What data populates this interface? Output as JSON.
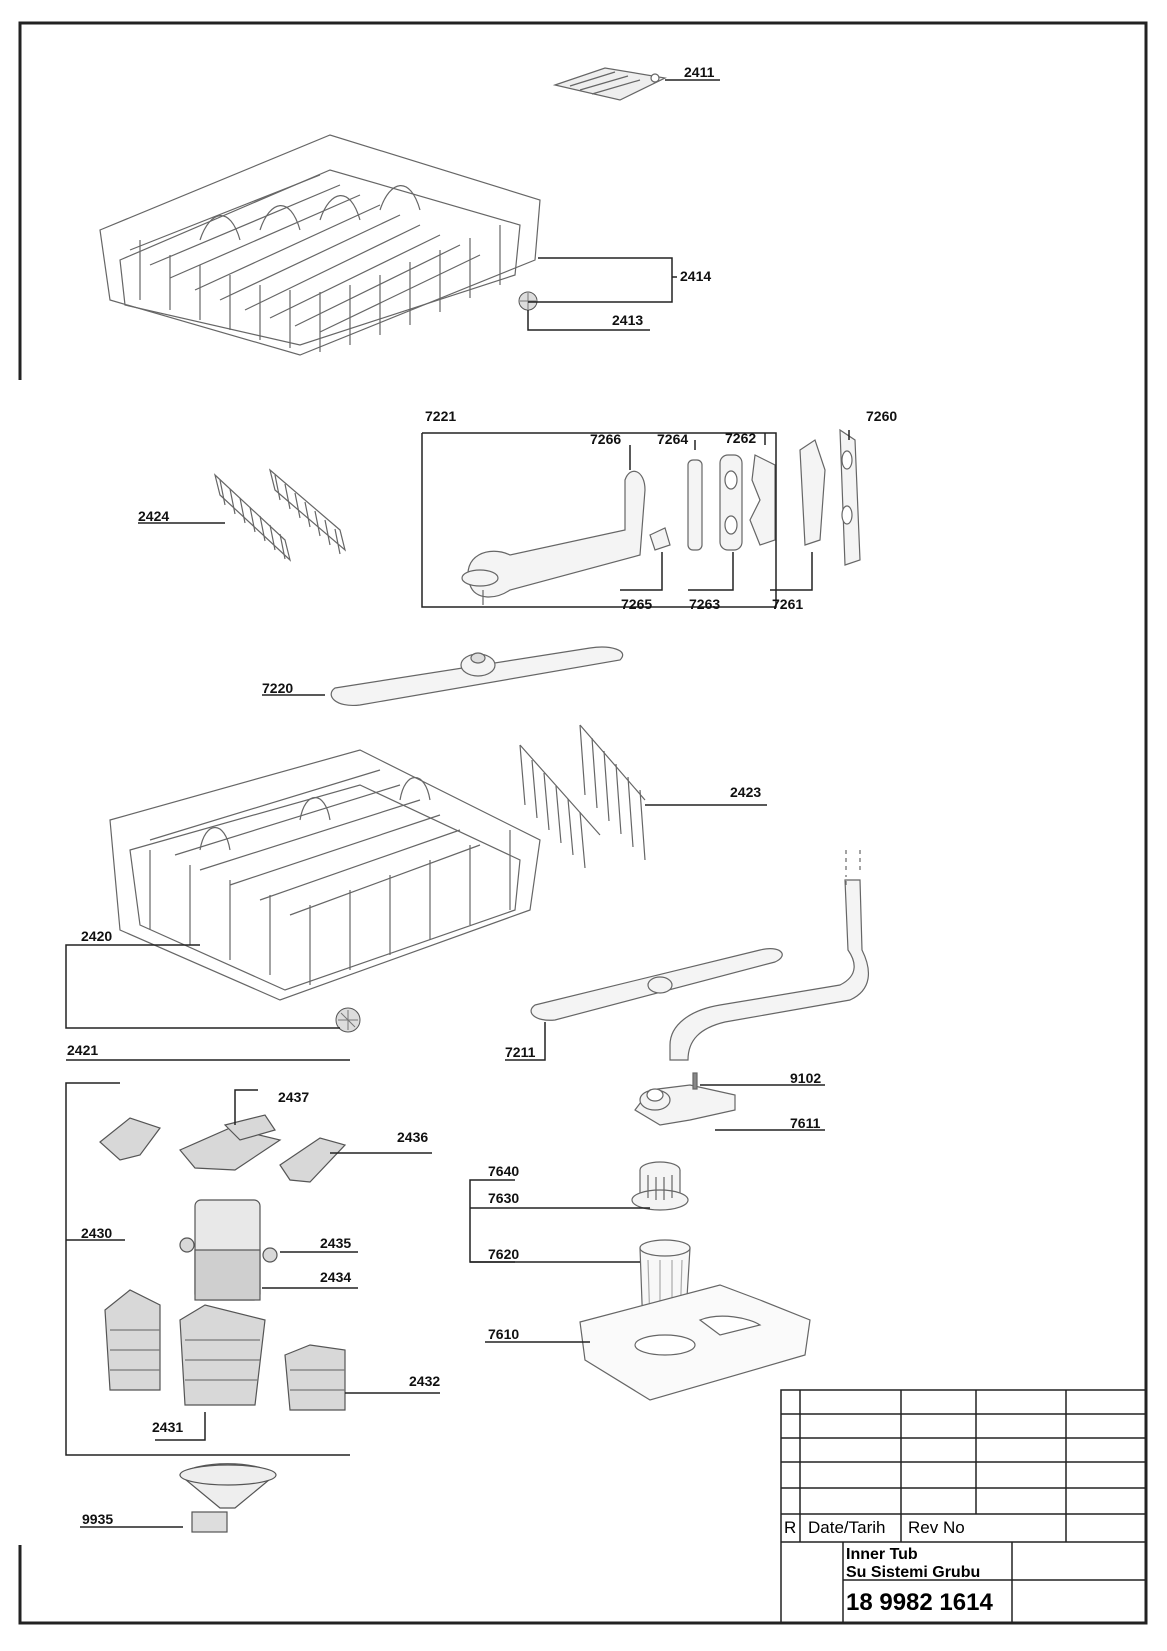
{
  "labels": {
    "l2411": "2411",
    "l2414": "2414",
    "l2413": "2413",
    "l7221": "7221",
    "l7266": "7266",
    "l7264": "7264",
    "l7262": "7262",
    "l7260": "7260",
    "l2424": "2424",
    "l7265": "7265",
    "l7263": "7263",
    "l7261": "7261",
    "l7220": "7220",
    "l2423": "2423",
    "l2420": "2420",
    "l2421": "2421",
    "l7211": "7211",
    "l9102": "9102",
    "l7611": "7611",
    "l2437": "2437",
    "l2436": "2436",
    "l2430": "2430",
    "l2435": "2435",
    "l2434": "2434",
    "l7640": "7640",
    "l7630": "7630",
    "l7620": "7620",
    "l7610": "7610",
    "l2432": "2432",
    "l2431": "2431",
    "l9935": "9935"
  },
  "title_block": {
    "rev_col_r": "R",
    "rev_col_date": "Date/Tarih",
    "rev_col_revno": "Rev No",
    "title_line1": "Inner Tub",
    "title_line2": "Su Sistemi Grubu",
    "part_number": "18 9982 1614"
  }
}
